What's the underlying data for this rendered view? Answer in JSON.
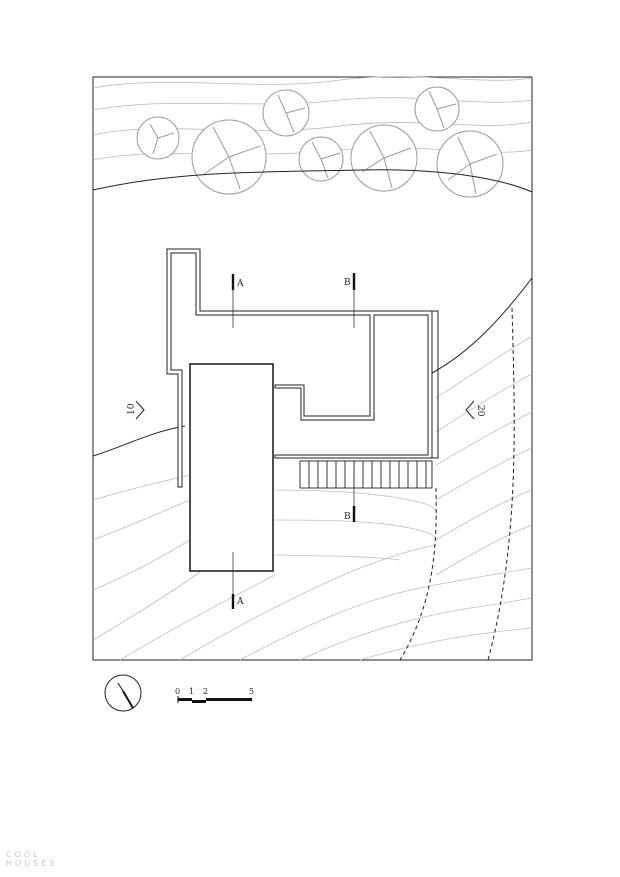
{
  "plan": {
    "section_markers": {
      "a": "A",
      "b": "B"
    },
    "elevation_left": "10",
    "elevation_right": "20",
    "scale_labels": [
      "0",
      "1",
      "2",
      "5"
    ]
  },
  "watermark": {
    "line1": "COOL",
    "line2": "HOUSES"
  },
  "colors": {
    "ink": "#222222",
    "contour": "#b5b5b5",
    "tree": "#9a9a9a"
  }
}
